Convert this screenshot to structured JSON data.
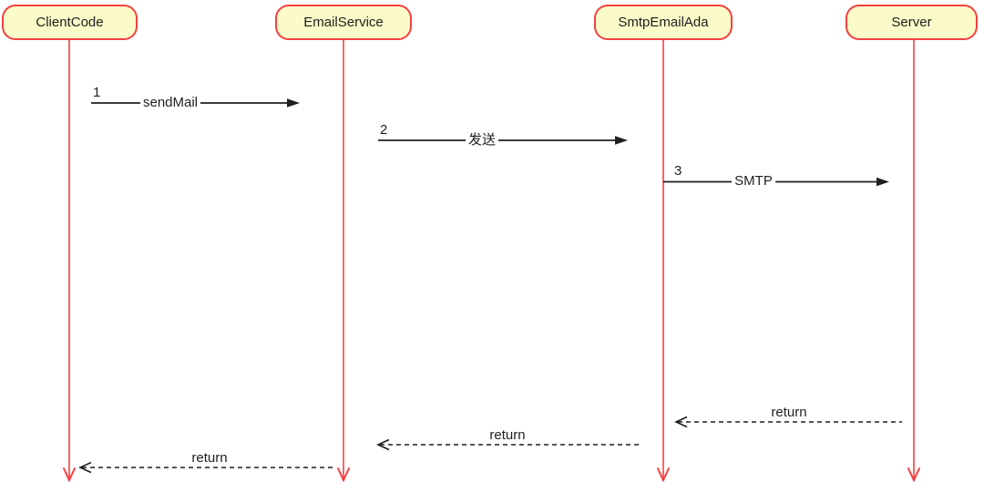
{
  "diagram": {
    "type": "uml-sequence-diagram",
    "colors": {
      "actor_fill": "#FBFBC9",
      "actor_border": "#F54040",
      "lifeline": "#F54040",
      "message": "#1F1F1F",
      "text": "#1F1F1F",
      "background": "#FFFFFF"
    },
    "actors": [
      {
        "label": "ClientCode"
      },
      {
        "label": "EmailService"
      },
      {
        "label": "SmtpEmailAda"
      },
      {
        "label": "Server"
      }
    ],
    "messages": [
      {
        "seq": "1",
        "label": "sendMail",
        "from": "ClientCode",
        "to": "EmailService",
        "style": "solid"
      },
      {
        "seq": "2",
        "label": "发送",
        "from": "EmailService",
        "to": "SmtpEmailAda",
        "style": "solid"
      },
      {
        "seq": "3",
        "label": "SMTP",
        "from": "SmtpEmailAda",
        "to": "Server",
        "style": "solid"
      },
      {
        "label": "return",
        "from": "Server",
        "to": "SmtpEmailAda",
        "style": "dashed"
      },
      {
        "label": "return",
        "from": "SmtpEmailAda",
        "to": "EmailService",
        "style": "dashed"
      },
      {
        "label": "return",
        "from": "EmailService",
        "to": "ClientCode",
        "style": "dashed"
      }
    ]
  }
}
